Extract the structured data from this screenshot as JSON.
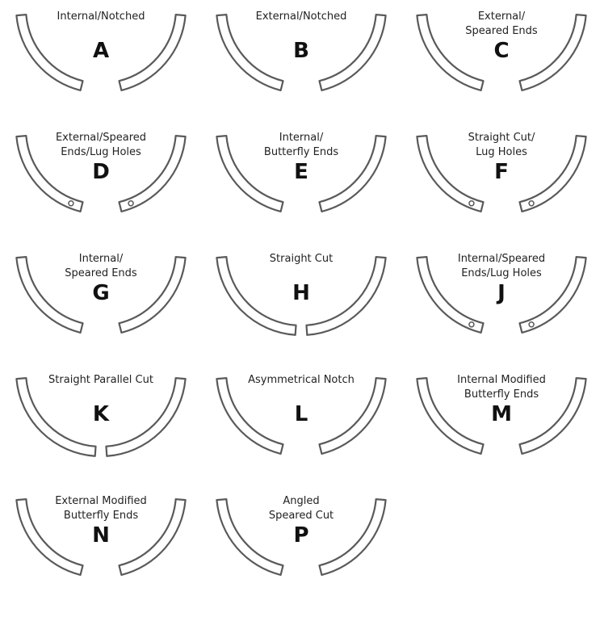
{
  "colors": {
    "stroke": "#5a5a5a",
    "text": "#222222"
  },
  "rings": [
    {
      "code": "A",
      "caption": "Internal/Notched",
      "end": "notch-inner"
    },
    {
      "code": "B",
      "caption": "External/Notched",
      "end": "notch-outer"
    },
    {
      "code": "C",
      "caption": "External/\nSpeared Ends",
      "end": "spear-outer"
    },
    {
      "code": "D",
      "caption": "External/Speared\nEnds/Lug Holes",
      "end": "spear-outer-lug"
    },
    {
      "code": "E",
      "caption": "Internal/\nButterfly Ends",
      "end": "butterfly"
    },
    {
      "code": "F",
      "caption": "Straight Cut/\nLug Holes",
      "end": "straight-lug"
    },
    {
      "code": "G",
      "caption": "Internal/\nSpeared Ends",
      "end": "spear-inner"
    },
    {
      "code": "H",
      "caption": "Straight Cut",
      "end": "straight"
    },
    {
      "code": "J",
      "caption": "Internal/Speared\nEnds/Lug Holes",
      "end": "spear-inner-lug"
    },
    {
      "code": "K",
      "caption": "Straight Parallel Cut",
      "end": "parallel"
    },
    {
      "code": "L",
      "caption": "Asymmetrical Notch",
      "end": "asym"
    },
    {
      "code": "M",
      "caption": "Internal Modified\nButterfly Ends",
      "end": "butterfly"
    },
    {
      "code": "N",
      "caption": "External Modified\nButterfly Ends",
      "end": "butterfly"
    },
    {
      "code": "P",
      "caption": "Angled\nSpeared Cut",
      "end": "angled"
    }
  ]
}
